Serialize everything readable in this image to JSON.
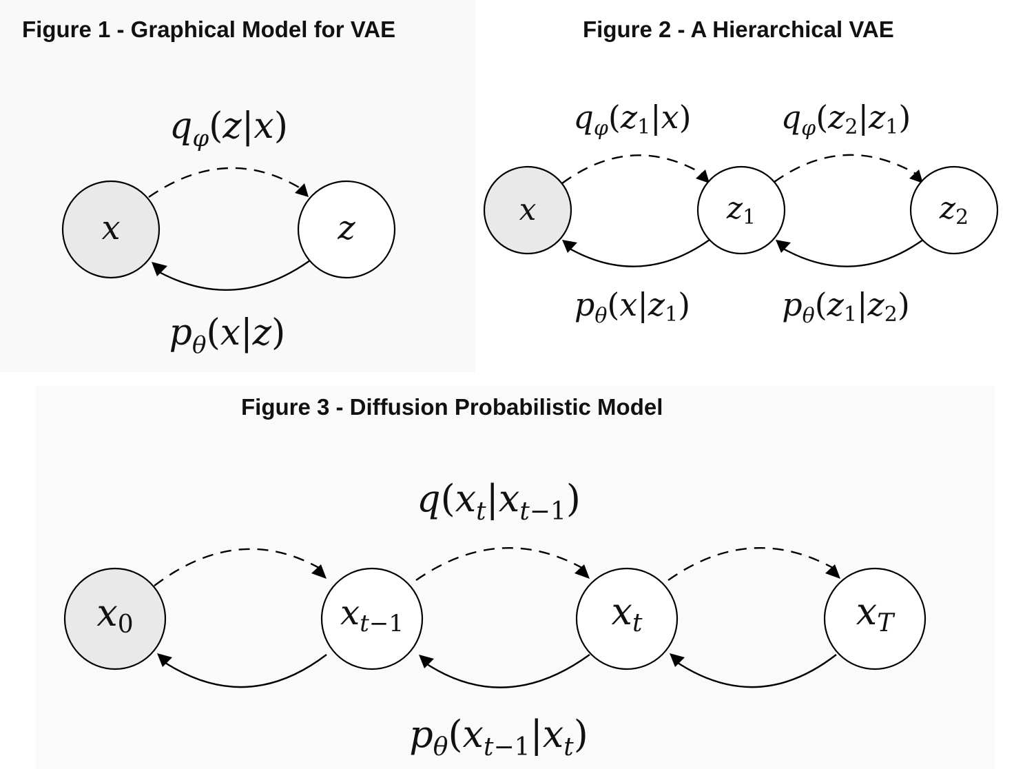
{
  "figures": [
    {
      "title": "Figure 1 - Graphical Model for VAE",
      "nodes": [
        {
          "id": "x",
          "label": "x",
          "observed": true
        },
        {
          "id": "z",
          "label": "z",
          "observed": false
        }
      ],
      "edges": [
        {
          "from": "x",
          "to": "z",
          "style": "dashed",
          "label": "q_φ(z|x)"
        },
        {
          "from": "z",
          "to": "x",
          "style": "solid",
          "label": "p_θ(x|z)"
        }
      ]
    },
    {
      "title": "Figure 2 - A Hierarchical VAE",
      "nodes": [
        {
          "id": "x",
          "label": "x",
          "observed": true
        },
        {
          "id": "z1",
          "label": "z_1",
          "observed": false
        },
        {
          "id": "z2",
          "label": "z_2",
          "observed": false
        }
      ],
      "edges": [
        {
          "from": "x",
          "to": "z1",
          "style": "dashed",
          "label": "q_φ(z_1|x)"
        },
        {
          "from": "z1",
          "to": "z2",
          "style": "dashed",
          "label": "q_φ(z_2|z_1)"
        },
        {
          "from": "z1",
          "to": "x",
          "style": "solid",
          "label": "p_θ(x|z_1)"
        },
        {
          "from": "z2",
          "to": "z1",
          "style": "solid",
          "label": "p_θ(z_1|z_2)"
        }
      ]
    },
    {
      "title": "Figure 3 - Diffusion Probabilistic Model",
      "nodes": [
        {
          "id": "x0",
          "label": "x_0",
          "observed": true
        },
        {
          "id": "xt-1",
          "label": "x_{t−1}",
          "observed": false
        },
        {
          "id": "xt",
          "label": "x_t",
          "observed": false
        },
        {
          "id": "xT",
          "label": "x_T",
          "observed": false
        }
      ],
      "edges": [
        {
          "from": "x0",
          "to": "xt-1",
          "style": "dashed",
          "label": ""
        },
        {
          "from": "xt-1",
          "to": "xt",
          "style": "dashed",
          "label": "q(x_t|x_{t−1})"
        },
        {
          "from": "xt",
          "to": "xT",
          "style": "dashed",
          "label": ""
        },
        {
          "from": "xt-1",
          "to": "x0",
          "style": "solid",
          "label": ""
        },
        {
          "from": "xt",
          "to": "xt-1",
          "style": "solid",
          "label": "p_θ(x_{t−1}|x_t)"
        },
        {
          "from": "xT",
          "to": "xt",
          "style": "solid",
          "label": ""
        }
      ]
    }
  ],
  "colors": {
    "observed_node_fill": "#e9e9e9",
    "latent_node_fill": "#ffffff",
    "stroke": "#000000"
  }
}
